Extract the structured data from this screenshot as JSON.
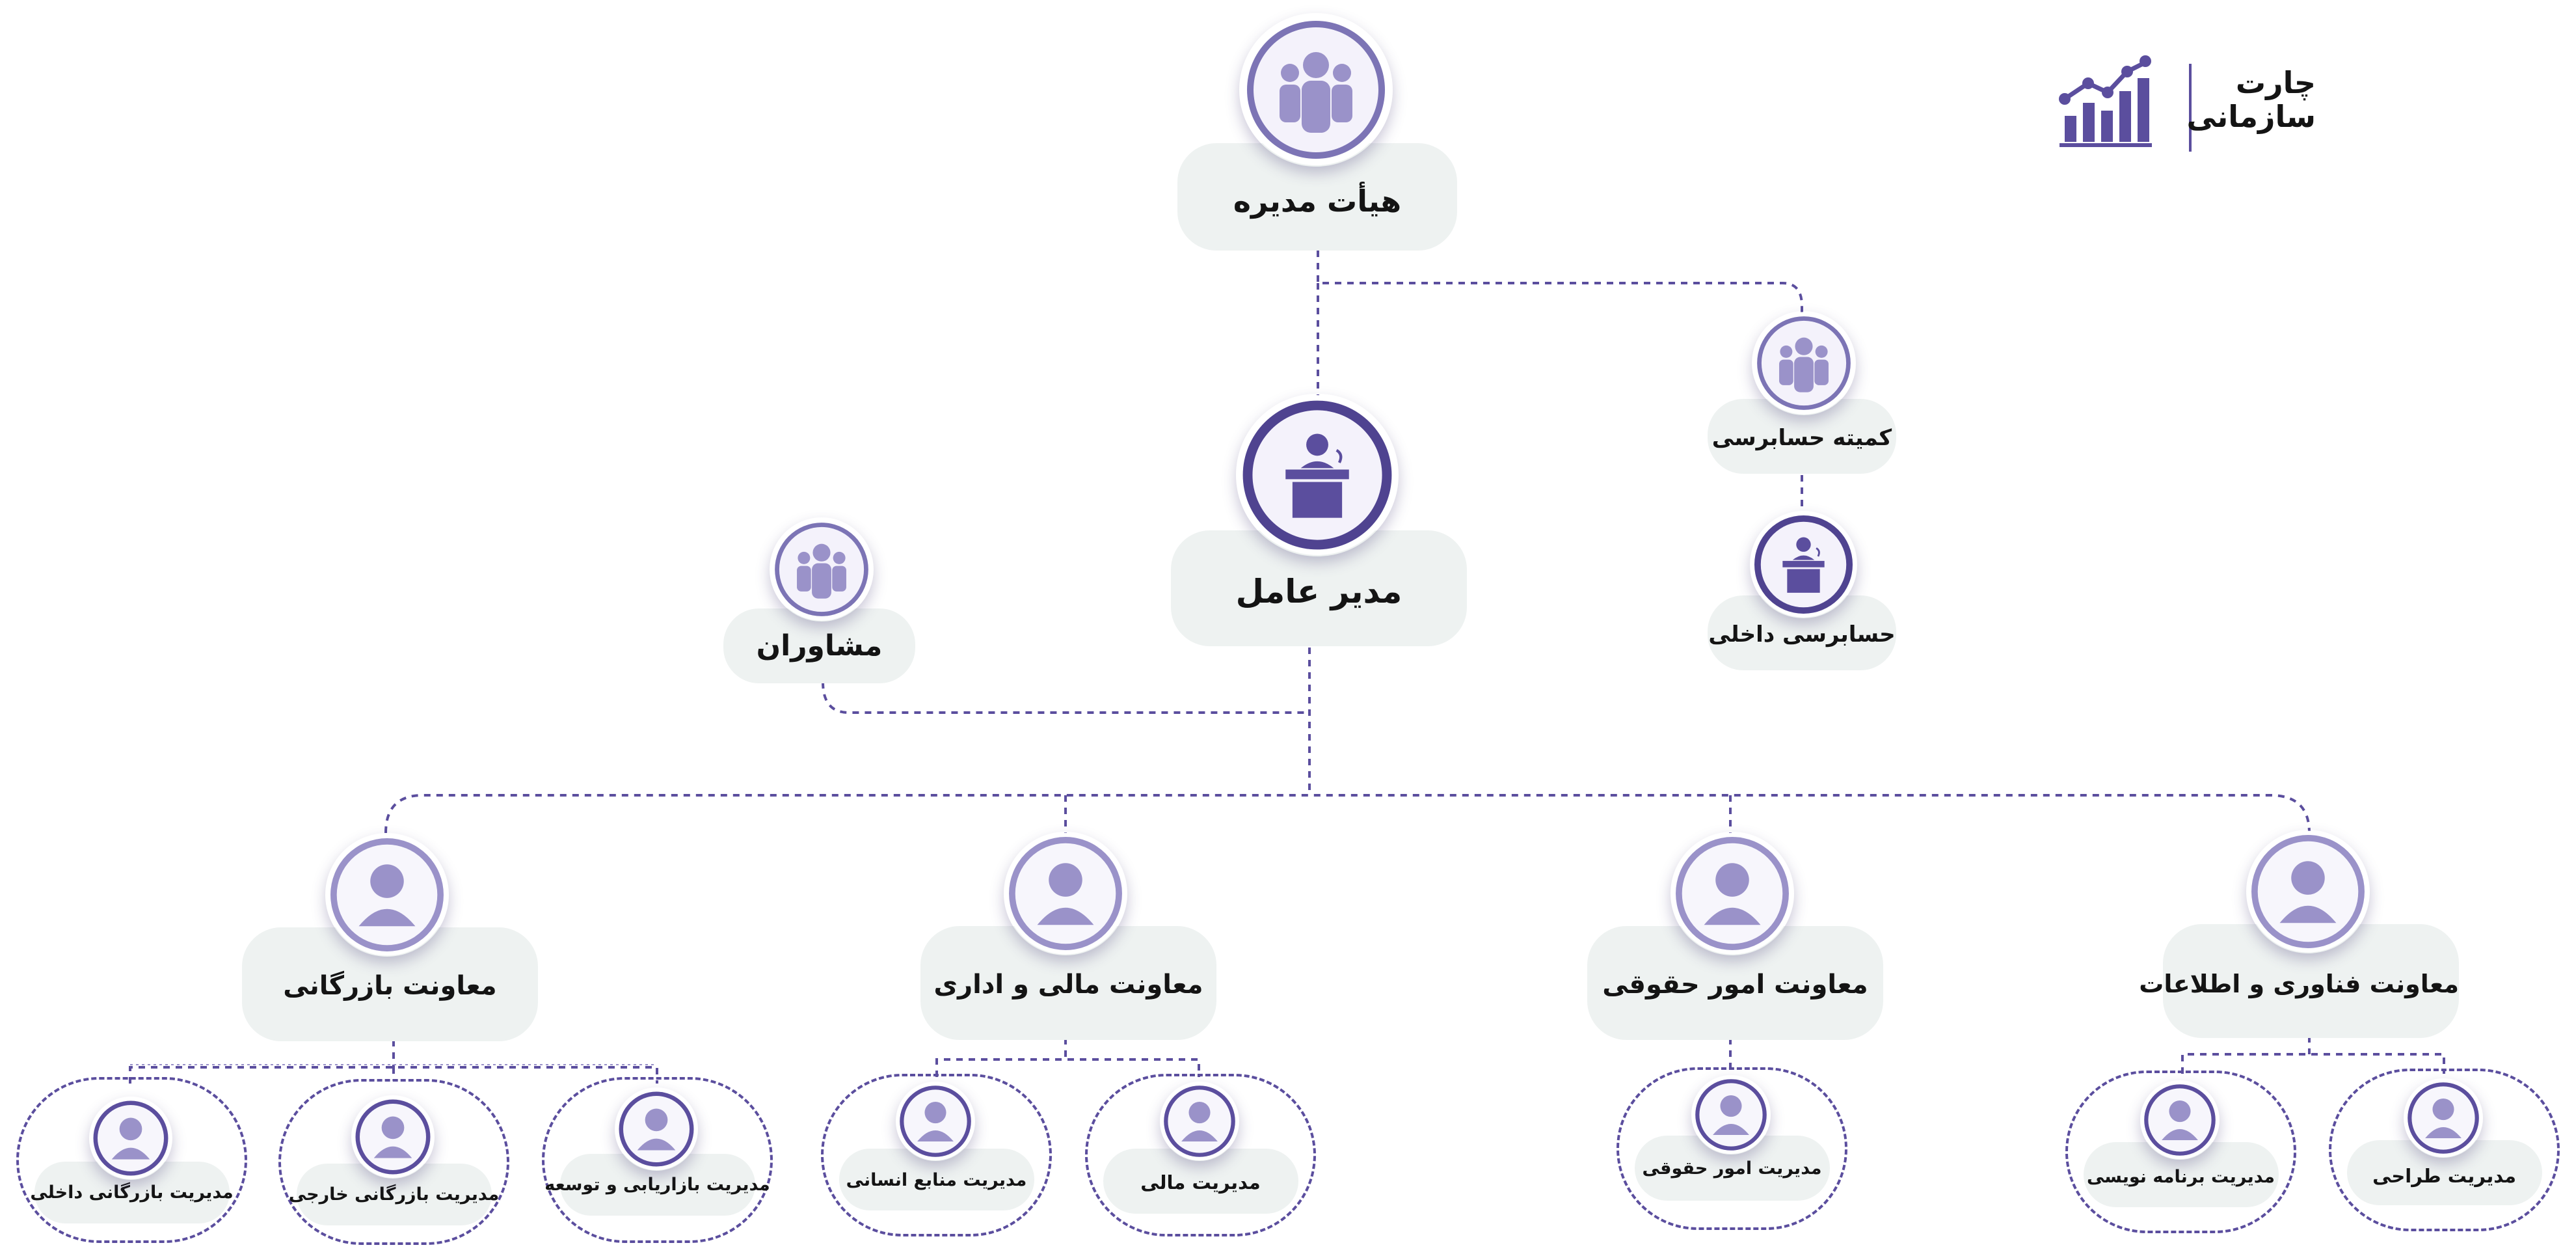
{
  "title": {
    "line1": "چارت",
    "line2": "سازمانی"
  },
  "colors": {
    "accent": "#5b4e9e",
    "accent_light": "#9a92c9",
    "plate": "#eef2f1"
  },
  "nodes": {
    "board": {
      "label": "هیأت مدیره",
      "icon": "group-icon"
    },
    "audit_committee": {
      "label": "کمیته حسابرسی",
      "icon": "group-icon"
    },
    "internal_audit": {
      "label": "حسابرسی داخلی",
      "icon": "speaker-podium-icon"
    },
    "ceo": {
      "label": "مدیر عامل",
      "icon": "speaker-podium-icon"
    },
    "advisors": {
      "label": "مشاوران",
      "icon": "group-icon"
    },
    "deputy_commerce": {
      "label": "معاونت بازرگانی",
      "icon": "user-icon"
    },
    "deputy_finance_admin": {
      "label": "معاونت مالی و اداری",
      "icon": "user-icon"
    },
    "deputy_legal": {
      "label": "معاونت امور حقوقی",
      "icon": "user-icon"
    },
    "deputy_it": {
      "label": "معاونت فناوری و اطلاعات",
      "icon": "user-icon"
    }
  },
  "managers": {
    "domestic_commerce": "مدیریت بازرگانی داخلی",
    "foreign_commerce": "مدیریت بازرگانی خارجی",
    "marketing_dev": "مدیریت بازاریابی و توسعه",
    "human_resources": "مدیریت منابع انسانی",
    "finance": "مدیریت مالی",
    "legal_affairs": "مدیریت امور حقوقی",
    "programming": "مدیریت برنامه نویسی",
    "design": "مدیریت طراحی"
  }
}
